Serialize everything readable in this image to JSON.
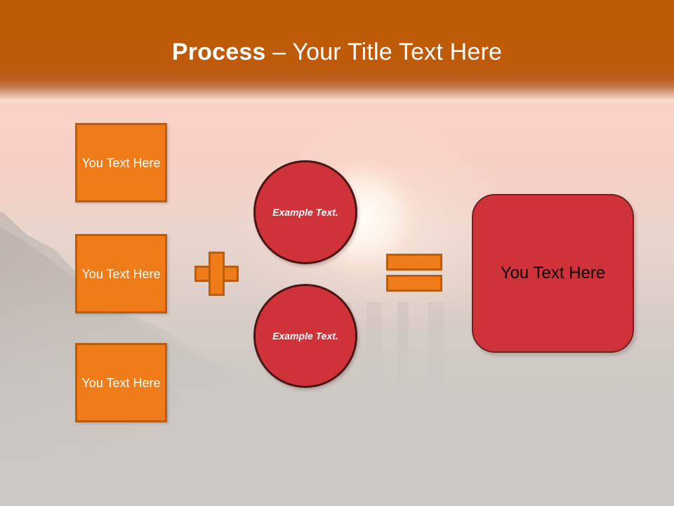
{
  "slide": {
    "title": {
      "bold_part": "Process",
      "rest_part": " – Your Title Text Here",
      "full": "Process – Your Title Text Here"
    },
    "colors": {
      "header_orange": "#bf5a06",
      "box_orange": "#ef7c19",
      "box_orange_border": "#b85e12",
      "red": "#cf3339",
      "red_border_dark": "#4a1614",
      "red_border": "#6e2320",
      "white_text": "#ffffff",
      "black_text": "#0a0a0a",
      "background_gray": "#cdc8c4",
      "background_peach": "#fadcd0"
    },
    "input_boxes": [
      {
        "label": "You Text Here"
      },
      {
        "label": "You Text Here"
      },
      {
        "label": "You Text Here"
      }
    ],
    "operators": {
      "plus": "plus-sign",
      "equals": "equals-sign"
    },
    "circles": [
      {
        "label": "Example Text."
      },
      {
        "label": "Example Text."
      }
    ],
    "result": {
      "label": "You Text Here"
    }
  }
}
